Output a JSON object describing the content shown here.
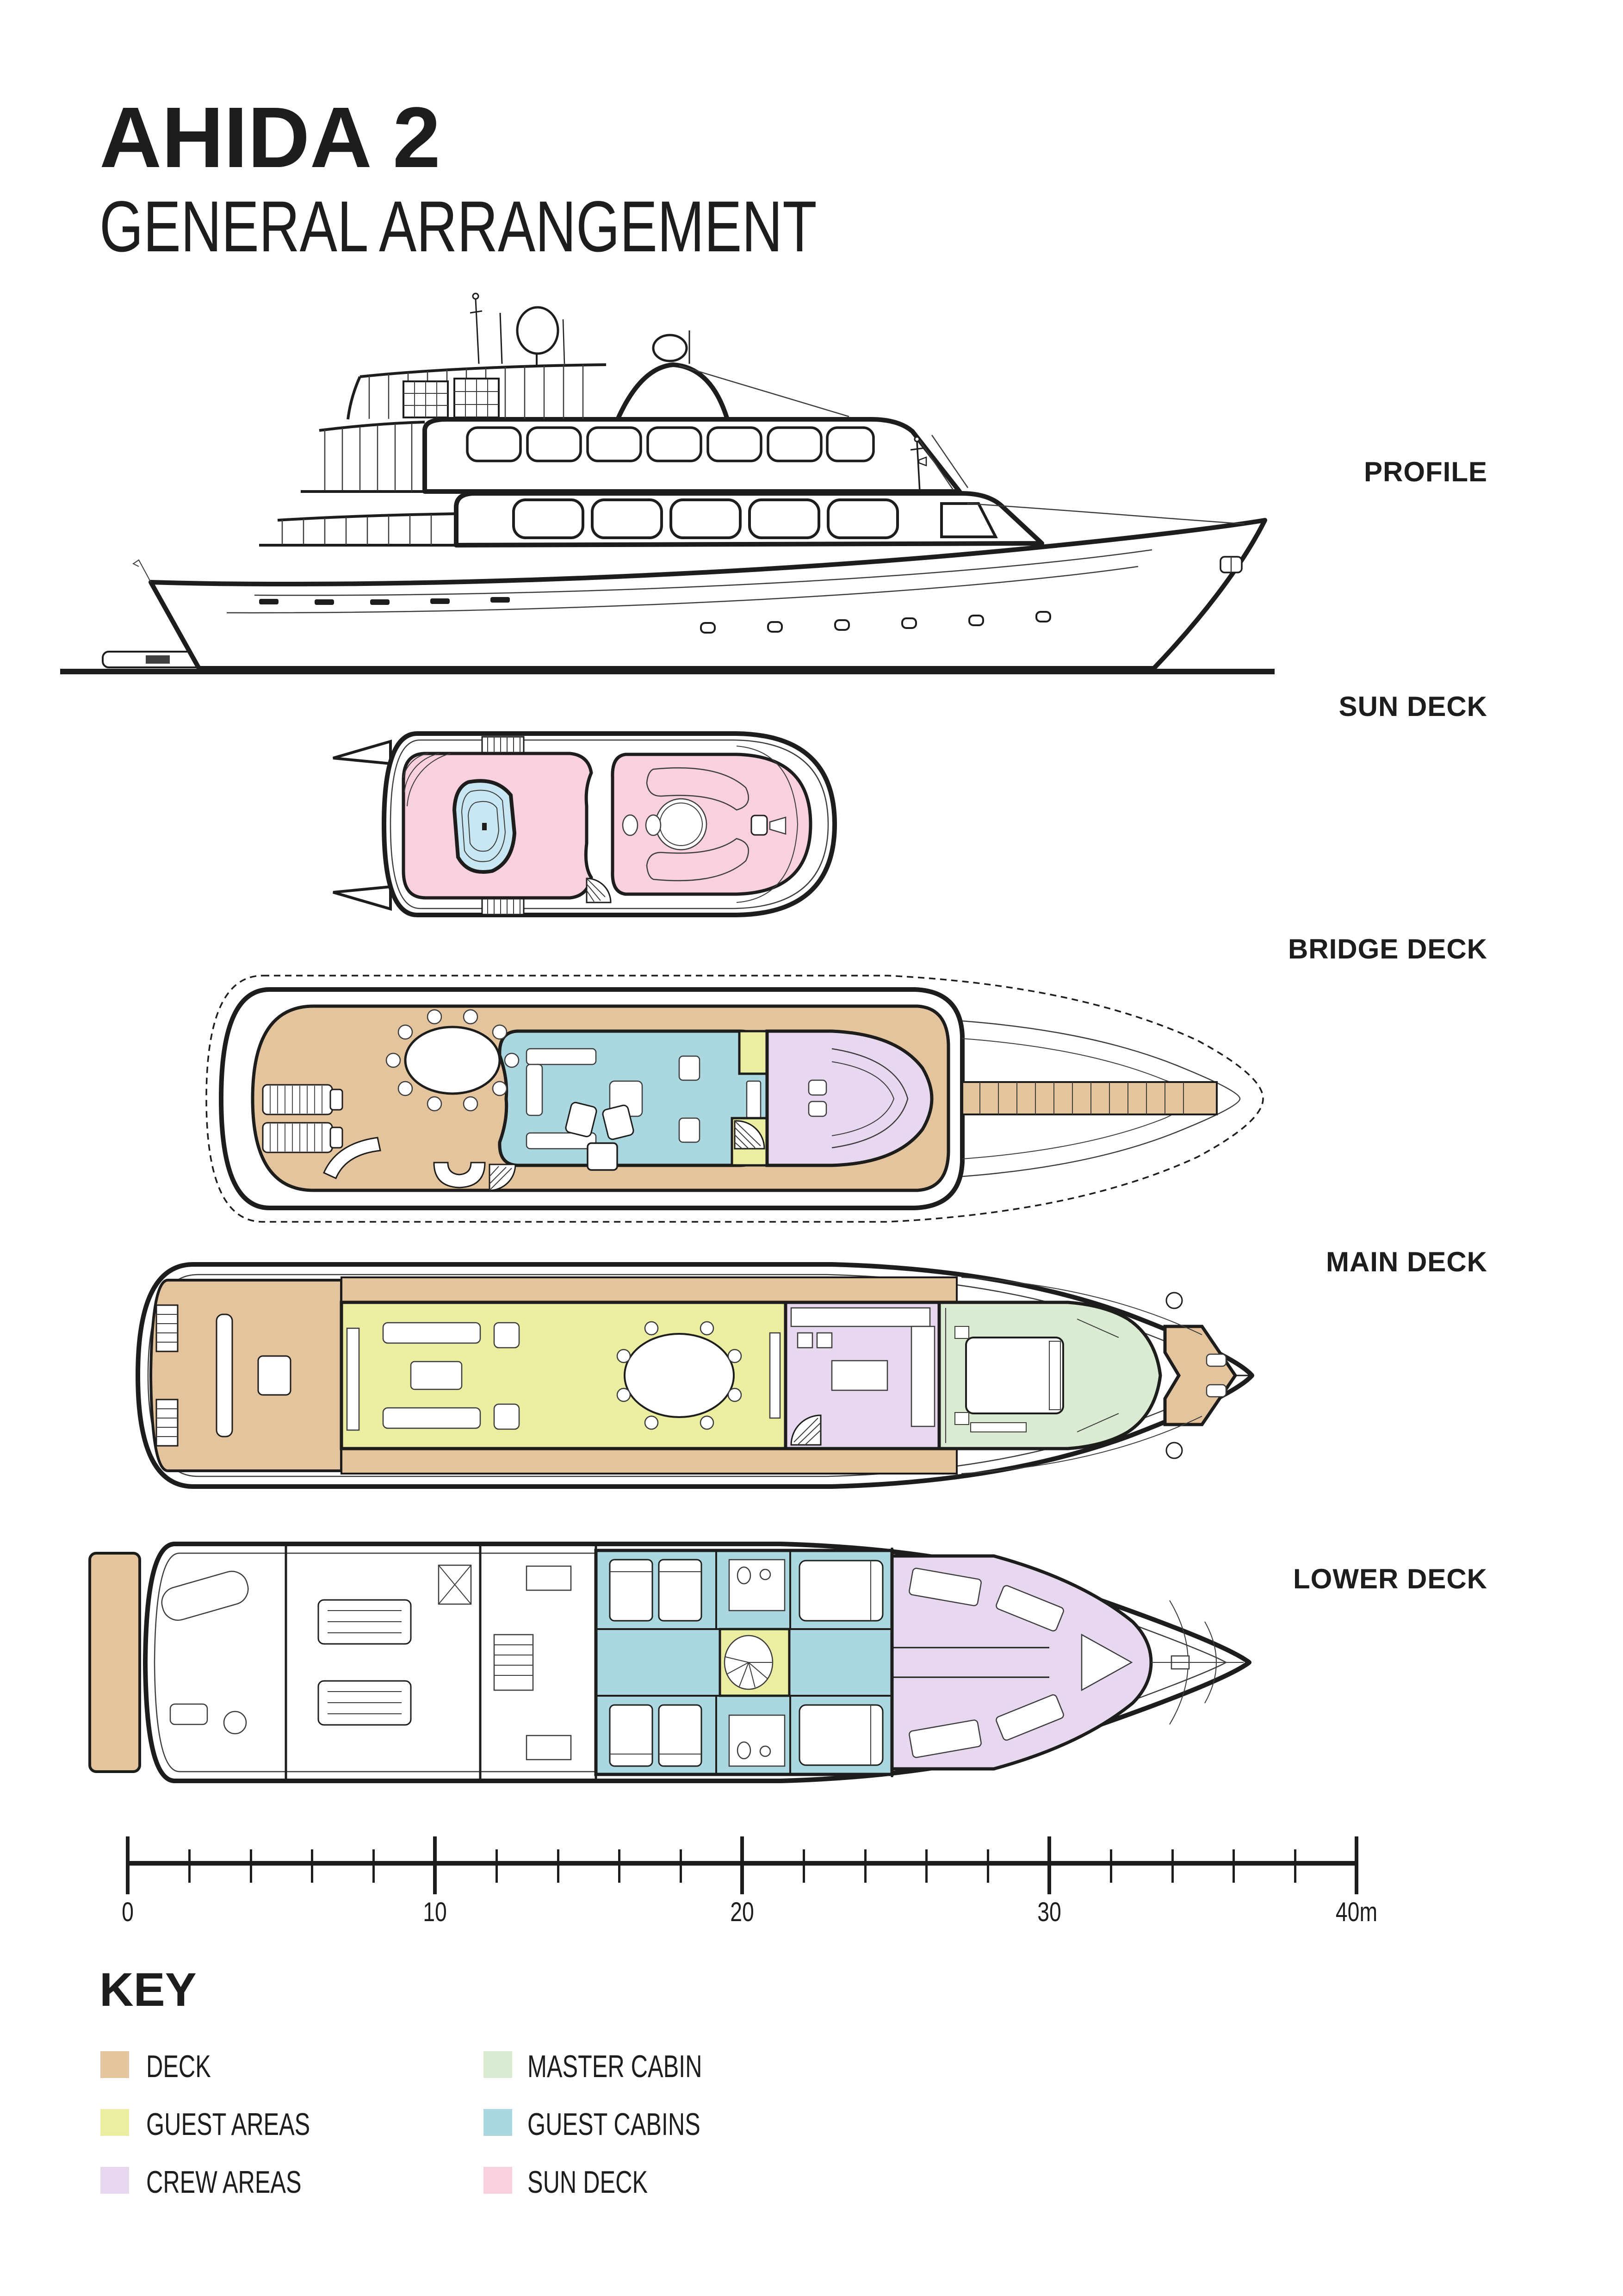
{
  "title": "AHIDA 2",
  "subtitle": "GENERAL ARRANGEMENT",
  "views": [
    {
      "id": "profile",
      "label": "PROFILE"
    },
    {
      "id": "sun-deck",
      "label": "SUN DECK"
    },
    {
      "id": "bridge-deck",
      "label": "BRIDGE DECK"
    },
    {
      "id": "main-deck",
      "label": "MAIN DECK"
    },
    {
      "id": "lower-deck",
      "label": "LOWER DECK"
    }
  ],
  "scale_bar": {
    "unit": "m",
    "min": 0,
    "max": 40,
    "minor_step_m": 2,
    "major_step_m": 10,
    "labels": [
      "0",
      "10",
      "20",
      "30",
      "40m"
    ]
  },
  "key": {
    "title": "KEY",
    "items": [
      {
        "label": "DECK",
        "color": "#e4c49d"
      },
      {
        "label": "GUEST AREAS",
        "color": "#ebeda0"
      },
      {
        "label": "CREW AREAS",
        "color": "#e7d8ef"
      },
      {
        "label": "MASTER CABIN",
        "color": "#d9ecd1"
      },
      {
        "label": "GUEST CABINS",
        "color": "#abd8e0"
      },
      {
        "label": "SUN DECK",
        "color": "#f8d0de"
      }
    ]
  },
  "palette": {
    "jacuzzi": "#c9e7f3",
    "ink": "#1d1d1b"
  }
}
